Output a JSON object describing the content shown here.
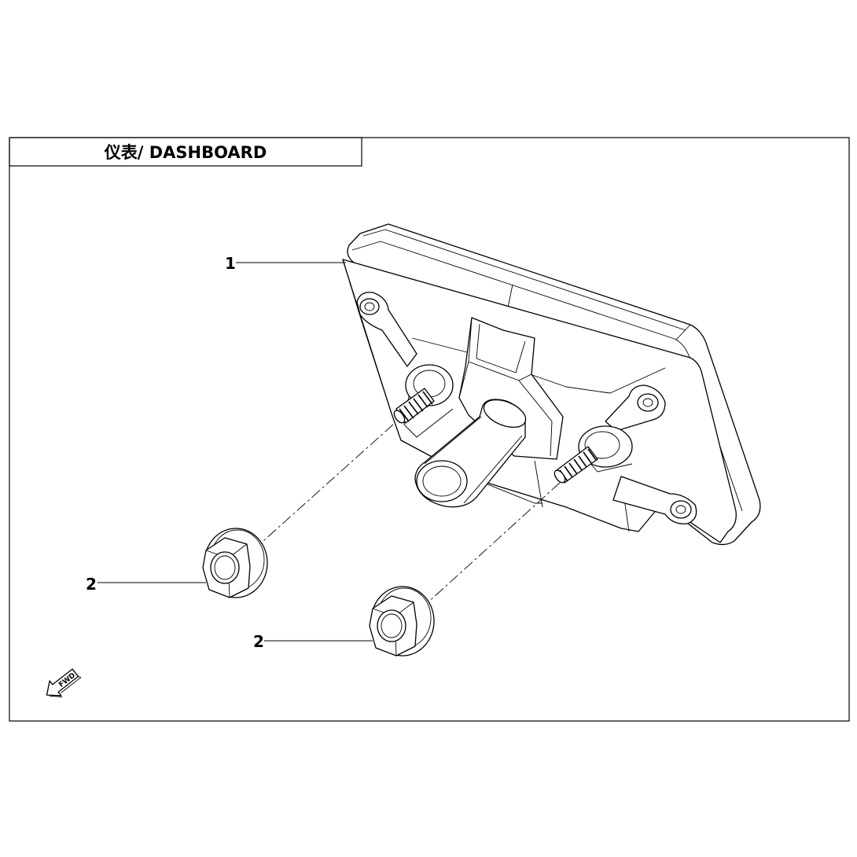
{
  "title": "仪表/ DASHBOARD",
  "callouts": {
    "dashboard_part_number": "1",
    "nut_left_part_number": "2",
    "nut_right_part_number": "2"
  },
  "fwd_label": "FWD",
  "icons": {
    "fwd_arrow": "fwd-arrow-icon"
  },
  "colors": {
    "line": "#000000",
    "background": "#ffffff"
  }
}
